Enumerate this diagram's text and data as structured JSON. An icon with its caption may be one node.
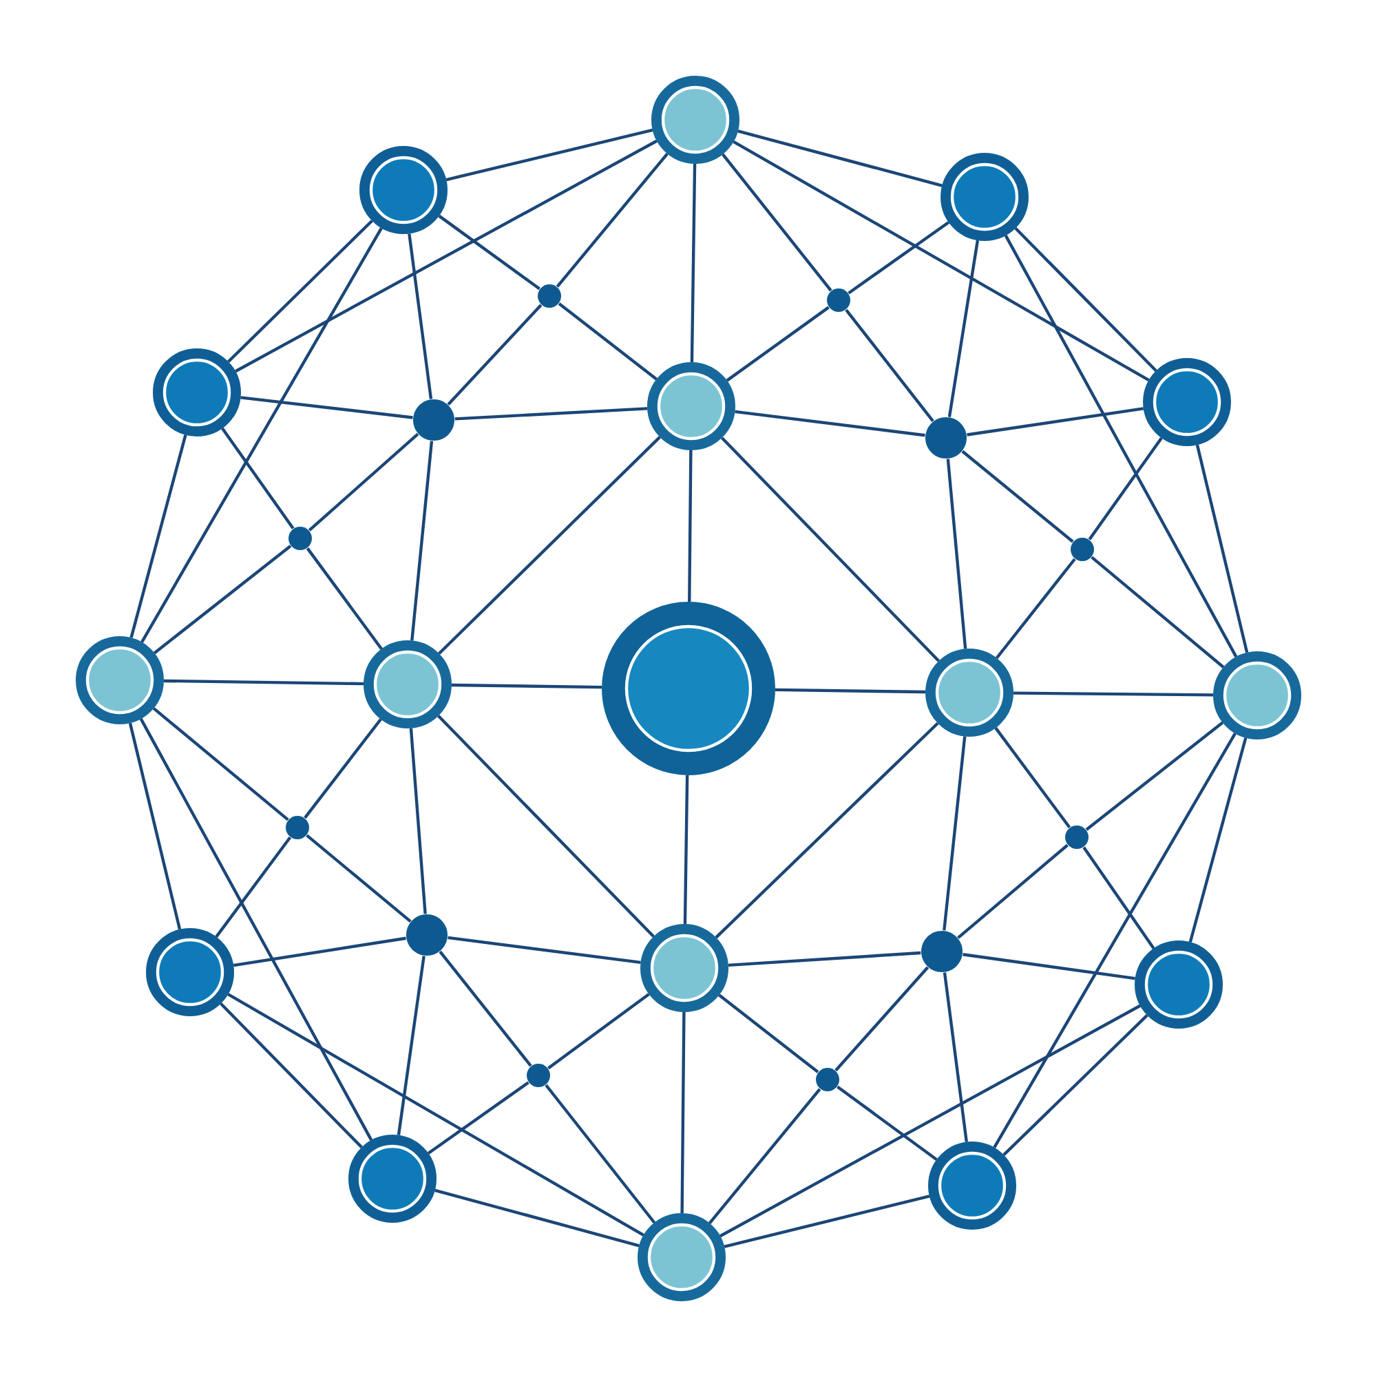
{
  "diagram": {
    "nodes": [
      {
        "text": [],
        "shape": "circle"
      },
      {
        "text": [],
        "shape": "circle"
      },
      {
        "text": [],
        "shape": "circle"
      },
      {
        "text": [],
        "shape": "circle"
      },
      {
        "text": [],
        "shape": "circle"
      },
      {
        "text": [],
        "shape": "circle"
      },
      {
        "text": [],
        "shape": "circle"
      },
      {
        "text": [],
        "shape": "circle"
      },
      {
        "text": [],
        "shape": "circle"
      },
      {
        "text": [],
        "shape": "circle"
      },
      {
        "text": [],
        "shape": "circle"
      },
      {
        "text": [],
        "shape": "circle"
      },
      {
        "text": [],
        "shape": "circle"
      },
      {
        "text": [],
        "shape": "circle"
      },
      {
        "text": [],
        "shape": "circle"
      },
      {
        "text": [],
        "shape": "circle"
      },
      {
        "text": [],
        "shape": "circle"
      },
      {
        "text": [],
        "shape": "circle"
      },
      {
        "text": [],
        "shape": "circle"
      },
      {
        "text": [],
        "shape": "circle"
      },
      {
        "text": [],
        "shape": "circle"
      },
      {
        "text": [],
        "shape": "circle"
      },
      {
        "text": [],
        "shape": "circle"
      },
      {
        "text": [],
        "shape": "circle"
      },
      {
        "text": [],
        "shape": "circle"
      },
      {
        "text": [],
        "shape": "circle"
      },
      {
        "text": [],
        "shape": "circle"
      },
      {
        "text": [],
        "shape": "circle"
      },
      {
        "text": [],
        "shape": "circle"
      }
    ],
    "edges": [
      {
        "from": 0,
        "to": 1,
        "arrow": "none"
      },
      {
        "from": 0,
        "to": 2,
        "arrow": "none"
      },
      {
        "from": 1,
        "to": 5,
        "arrow": "none"
      },
      {
        "from": 2,
        "to": 9,
        "arrow": "none"
      },
      {
        "from": 5,
        "to": 12,
        "arrow": "none"
      },
      {
        "from": 9,
        "to": 16,
        "arrow": "none"
      },
      {
        "from": 12,
        "to": 19,
        "arrow": "none"
      },
      {
        "from": 16,
        "to": 23,
        "arrow": "none"
      },
      {
        "from": 19,
        "to": 26,
        "arrow": "none"
      },
      {
        "from": 23,
        "to": 27,
        "arrow": "none"
      },
      {
        "from": 26,
        "to": 28,
        "arrow": "none"
      },
      {
        "from": 27,
        "to": 28,
        "arrow": "none"
      },
      {
        "from": 0,
        "to": 5,
        "arrow": "none"
      },
      {
        "from": 0,
        "to": 9,
        "arrow": "none"
      },
      {
        "from": 1,
        "to": 12,
        "arrow": "none"
      },
      {
        "from": 2,
        "to": 16,
        "arrow": "none"
      },
      {
        "from": 12,
        "to": 26,
        "arrow": "none"
      },
      {
        "from": 16,
        "to": 27,
        "arrow": "none"
      },
      {
        "from": 19,
        "to": 28,
        "arrow": "none"
      },
      {
        "from": 23,
        "to": 28,
        "arrow": "none"
      },
      {
        "from": 1,
        "to": 3,
        "arrow": "none"
      },
      {
        "from": 0,
        "to": 3,
        "arrow": "none"
      },
      {
        "from": 3,
        "to": 7,
        "arrow": "none"
      },
      {
        "from": 3,
        "to": 6,
        "arrow": "none"
      },
      {
        "from": 0,
        "to": 4,
        "arrow": "none"
      },
      {
        "from": 2,
        "to": 4,
        "arrow": "none"
      },
      {
        "from": 4,
        "to": 7,
        "arrow": "none"
      },
      {
        "from": 4,
        "to": 8,
        "arrow": "none"
      },
      {
        "from": 5,
        "to": 10,
        "arrow": "none"
      },
      {
        "from": 10,
        "to": 12,
        "arrow": "none"
      },
      {
        "from": 6,
        "to": 10,
        "arrow": "none"
      },
      {
        "from": 10,
        "to": 13,
        "arrow": "none"
      },
      {
        "from": 9,
        "to": 11,
        "arrow": "none"
      },
      {
        "from": 11,
        "to": 16,
        "arrow": "none"
      },
      {
        "from": 8,
        "to": 11,
        "arrow": "none"
      },
      {
        "from": 11,
        "to": 15,
        "arrow": "none"
      },
      {
        "from": 12,
        "to": 17,
        "arrow": "none"
      },
      {
        "from": 17,
        "to": 19,
        "arrow": "none"
      },
      {
        "from": 13,
        "to": 17,
        "arrow": "none"
      },
      {
        "from": 17,
        "to": 20,
        "arrow": "none"
      },
      {
        "from": 16,
        "to": 18,
        "arrow": "none"
      },
      {
        "from": 18,
        "to": 23,
        "arrow": "none"
      },
      {
        "from": 15,
        "to": 18,
        "arrow": "none"
      },
      {
        "from": 18,
        "to": 22,
        "arrow": "none"
      },
      {
        "from": 24,
        "to": 26,
        "arrow": "none"
      },
      {
        "from": 24,
        "to": 28,
        "arrow": "none"
      },
      {
        "from": 20,
        "to": 24,
        "arrow": "none"
      },
      {
        "from": 21,
        "to": 24,
        "arrow": "none"
      },
      {
        "from": 25,
        "to": 28,
        "arrow": "none"
      },
      {
        "from": 25,
        "to": 27,
        "arrow": "none"
      },
      {
        "from": 21,
        "to": 25,
        "arrow": "none"
      },
      {
        "from": 22,
        "to": 25,
        "arrow": "none"
      },
      {
        "from": 1,
        "to": 6,
        "arrow": "none"
      },
      {
        "from": 5,
        "to": 6,
        "arrow": "none"
      },
      {
        "from": 6,
        "to": 7,
        "arrow": "none"
      },
      {
        "from": 6,
        "to": 13,
        "arrow": "none"
      },
      {
        "from": 2,
        "to": 8,
        "arrow": "none"
      },
      {
        "from": 8,
        "to": 9,
        "arrow": "none"
      },
      {
        "from": 7,
        "to": 8,
        "arrow": "none"
      },
      {
        "from": 8,
        "to": 15,
        "arrow": "none"
      },
      {
        "from": 19,
        "to": 20,
        "arrow": "none"
      },
      {
        "from": 20,
        "to": 26,
        "arrow": "none"
      },
      {
        "from": 13,
        "to": 20,
        "arrow": "none"
      },
      {
        "from": 20,
        "to": 21,
        "arrow": "none"
      },
      {
        "from": 22,
        "to": 23,
        "arrow": "none"
      },
      {
        "from": 22,
        "to": 27,
        "arrow": "none"
      },
      {
        "from": 15,
        "to": 22,
        "arrow": "none"
      },
      {
        "from": 21,
        "to": 22,
        "arrow": "none"
      },
      {
        "from": 7,
        "to": 13,
        "arrow": "none"
      },
      {
        "from": 7,
        "to": 15,
        "arrow": "none"
      },
      {
        "from": 13,
        "to": 21,
        "arrow": "none"
      },
      {
        "from": 15,
        "to": 21,
        "arrow": "none"
      },
      {
        "from": 0,
        "to": 7,
        "arrow": "none"
      },
      {
        "from": 12,
        "to": 13,
        "arrow": "none"
      },
      {
        "from": 15,
        "to": 16,
        "arrow": "none"
      },
      {
        "from": 21,
        "to": 28,
        "arrow": "none"
      },
      {
        "from": 7,
        "to": 14,
        "arrow": "none"
      },
      {
        "from": 13,
        "to": 14,
        "arrow": "none"
      },
      {
        "from": 14,
        "to": 15,
        "arrow": "none"
      },
      {
        "from": 14,
        "to": 21,
        "arrow": "none"
      }
    ]
  }
}
